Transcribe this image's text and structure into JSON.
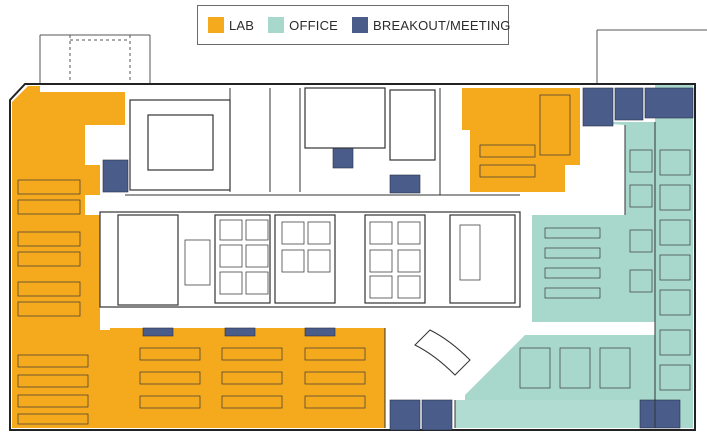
{
  "legend": {
    "items": [
      {
        "label": "LAB",
        "color": "#f5a91d"
      },
      {
        "label": "OFFICE",
        "color": "#a8d8cc"
      },
      {
        "label": "BREAKOUT/MEETING",
        "color": "#4a5d8a"
      }
    ]
  },
  "colors": {
    "lab": "#f5a91d",
    "office": "#a8d8cc",
    "meeting": "#4a5d8a",
    "line": "#3a3a3a"
  }
}
